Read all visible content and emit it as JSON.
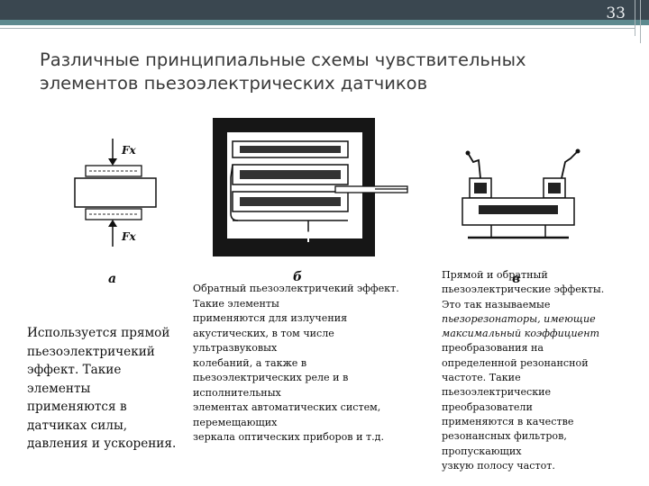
{
  "page_number": "33",
  "title": "Различные принципиальные схемы чувствительных элементов пьезоэлектрических датчиков",
  "figures": {
    "a": {
      "label": "а",
      "force_top": "Fx",
      "force_bottom": "Fx"
    },
    "b": {
      "label": "б"
    },
    "c": {
      "label": "в"
    }
  },
  "texts": {
    "left": "Используется прямой\nпьезоэлектричекий\nэффект. Такие\nэлементы\nприменяются в\nдатчиках силы,\nдавления и ускорения.",
    "middle": "Обратный пьезоэлектричекий эффект.\nТакие элементы\nприменяются для излучения\nакустических, в том числе\nультразвуковых\nколебаний, а также в\nпьезоэлектрических реле и в\nисполнительных\nэлементах автоматических систем,\nперемещающих\nзеркала оптических приборов и т.д.",
    "right_1": "Прямой и обратный\nпьезоэлектрические эффекты.\nЭто так называемые",
    "right_2": "пьезорезонаторы, имеющие\nмаксимальный коэффициент",
    "right_3": "преобразования на\nопределенной резонансной\nчастоте.  Такие\nпьезоэлектрические\nпреобразователи\nприменяются в качестве\nрезонансных фильтров,\nпропускающих\nузкую полосу частот."
  },
  "colors": {
    "header": "#3a4750",
    "accent": "#5e8a8f",
    "title": "#3a3a3a"
  }
}
